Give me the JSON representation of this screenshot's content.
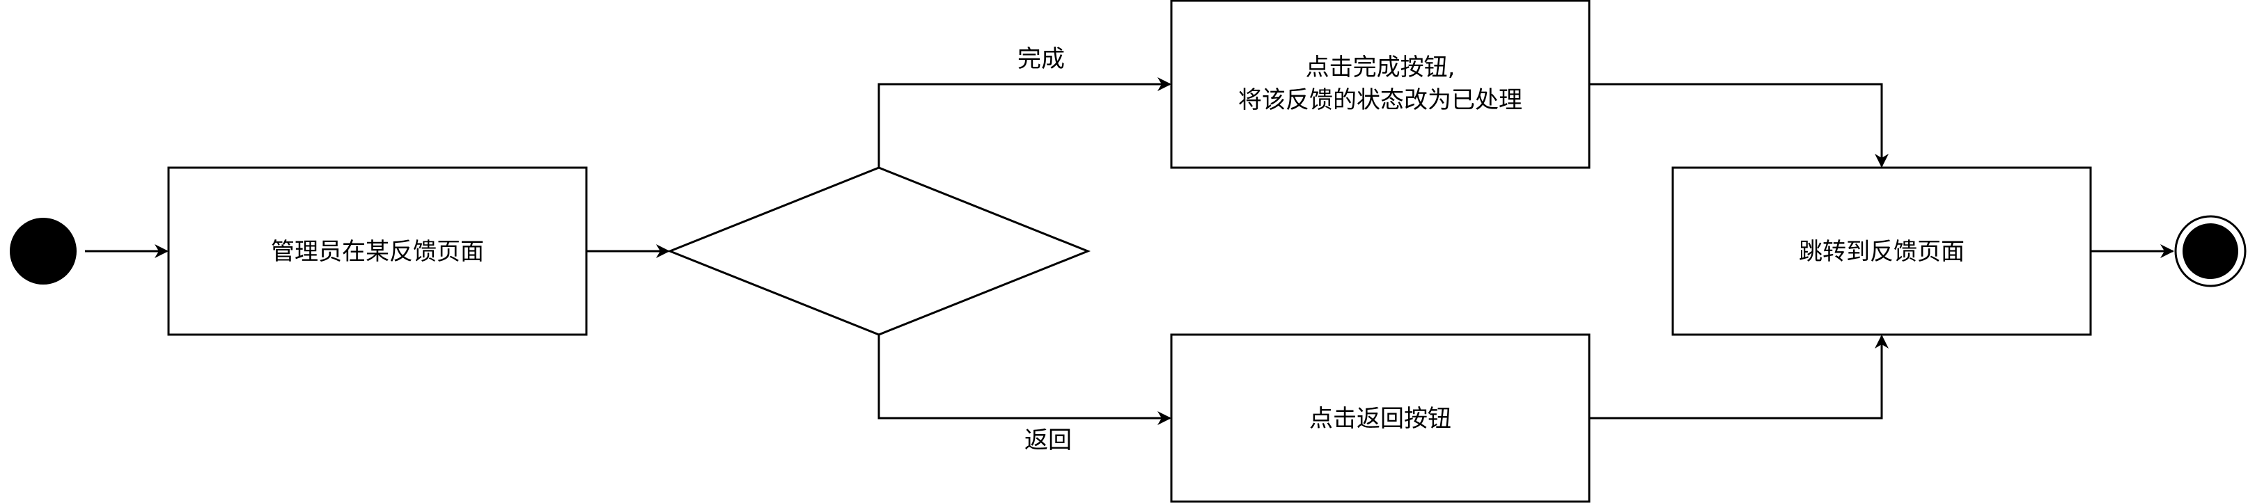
{
  "diagram": {
    "start_node": {
      "shape": "filled-circle"
    },
    "end_node": {
      "shape": "bullseye"
    },
    "nodes": {
      "admin_on_feedback_page": {
        "label": [
          "管理员在某反馈页面"
        ]
      },
      "decision": {
        "label": []
      },
      "click_done": {
        "label": [
          "点击完成按钮,",
          "将该反馈的状态改为已处理"
        ]
      },
      "click_back": {
        "label": [
          "点击返回按钮"
        ]
      },
      "jump_to_feedback_page": {
        "label": [
          "跳转到反馈页面"
        ]
      }
    },
    "edges": {
      "done": {
        "label": "完成"
      },
      "back": {
        "label": "返回"
      }
    },
    "colors": {
      "stroke": "#000000",
      "fill": "#ffffff",
      "text": "#000000"
    }
  }
}
